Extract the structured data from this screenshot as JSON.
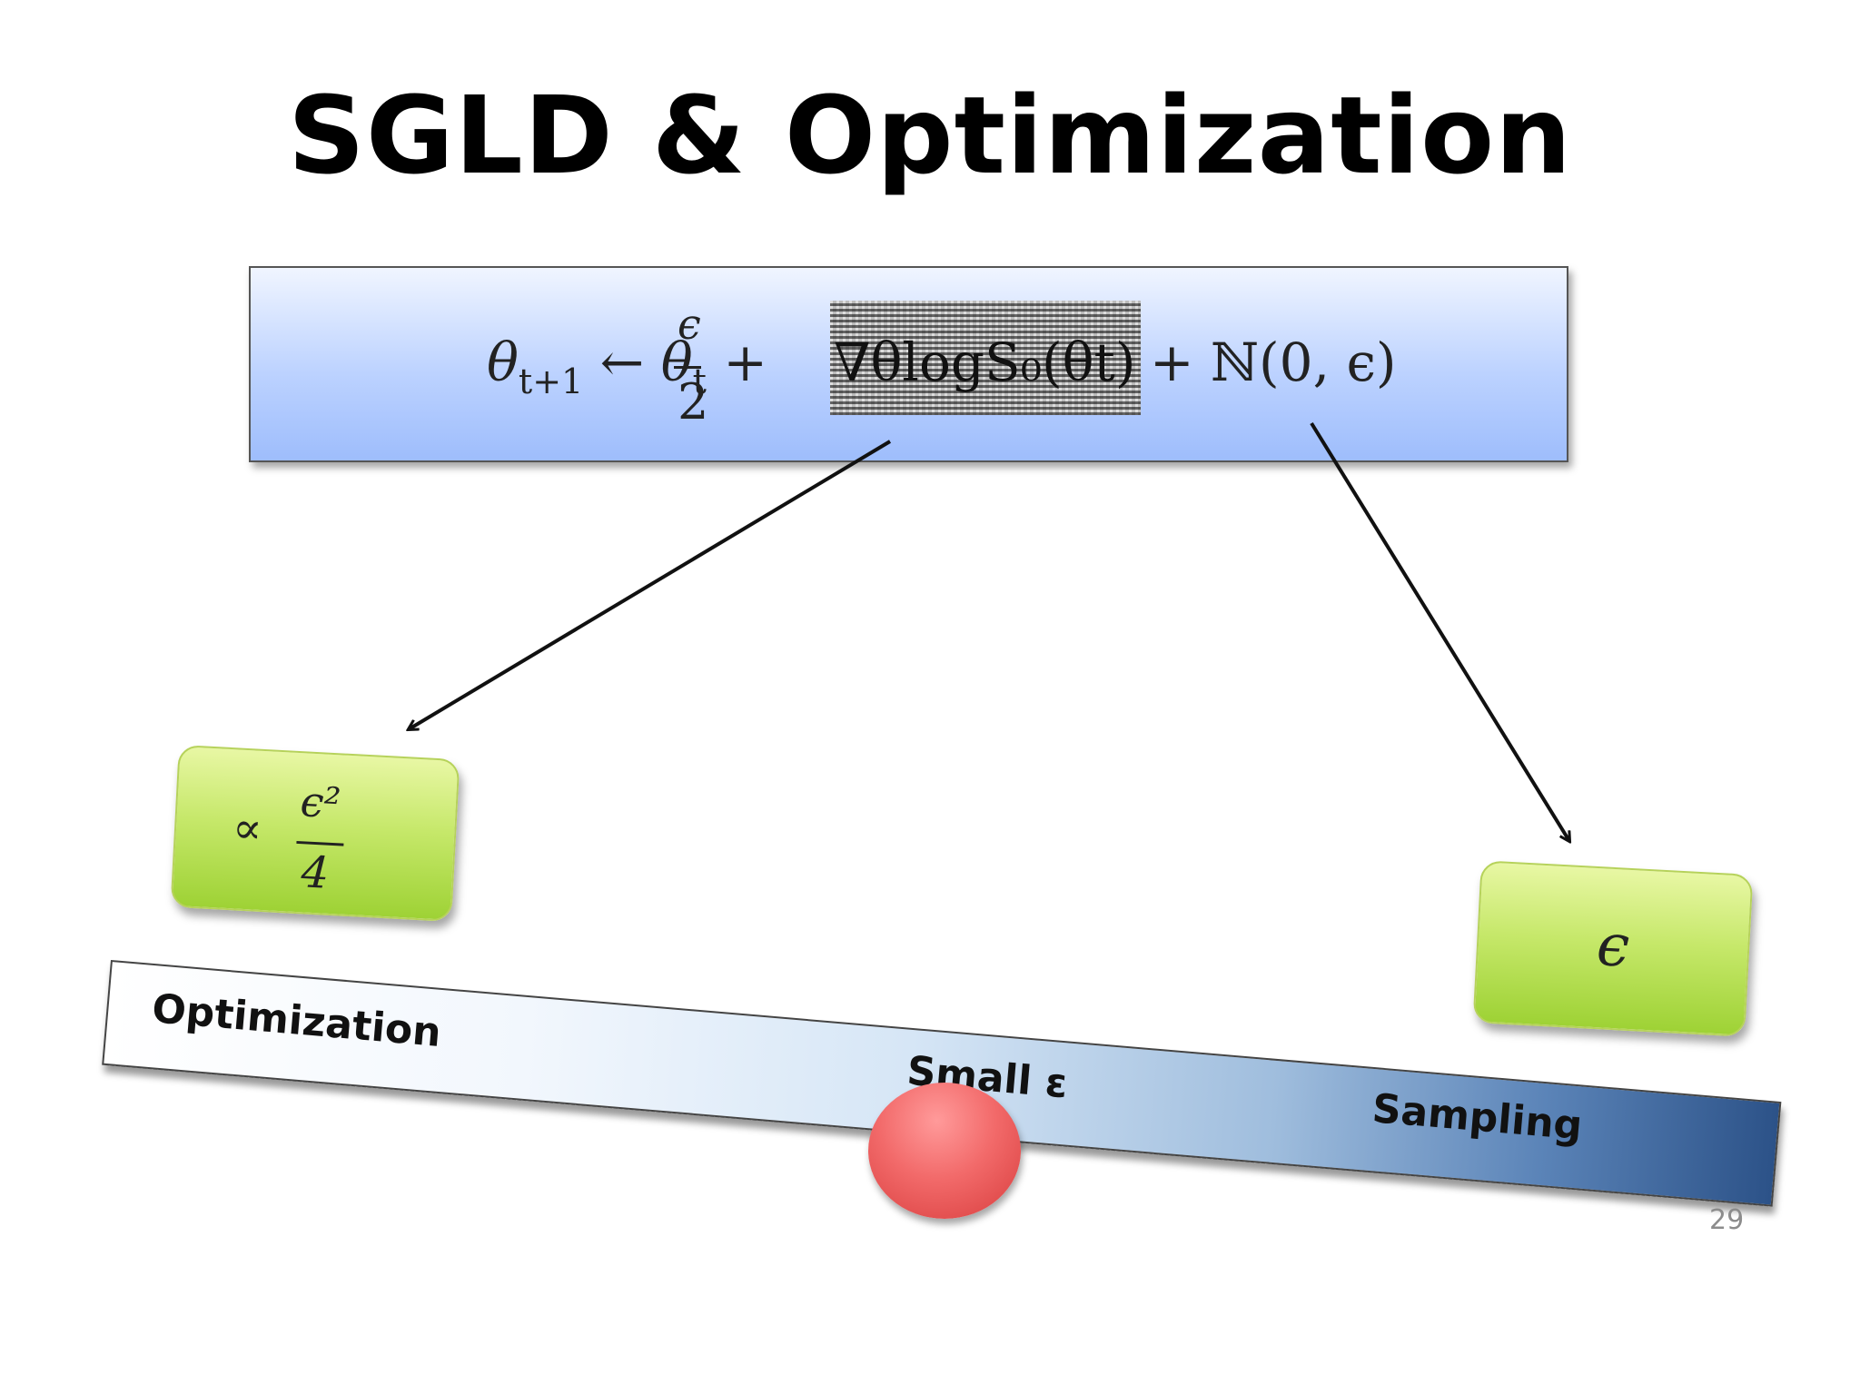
{
  "slide": {
    "title": "SGLD & Optimization",
    "page_number": "29"
  },
  "equation": {
    "lhs": "θ",
    "lhs_sub": "t+1",
    "arrow": " ← ",
    "theta": "θ",
    "theta_sub": "t",
    "plus": " + ",
    "frac_num": "ϵ",
    "frac_den": "2",
    "gradient_term": "∇θlogS₀(θt)",
    "tail": " + ℕ(0, ϵ)"
  },
  "left_block": {
    "symbol": "∝",
    "numerator": "ϵ²",
    "denominator": "4"
  },
  "right_block": {
    "symbol": "ϵ"
  },
  "seesaw": {
    "left_label": "Optimization",
    "center_label": "Small ε",
    "right_label": "Sampling"
  },
  "colors": {
    "equation_box": "#bcd2ff",
    "block_green": "#c6e86a",
    "beam_dark": "#2c5288",
    "fulcrum_red": "#e85a5a"
  }
}
